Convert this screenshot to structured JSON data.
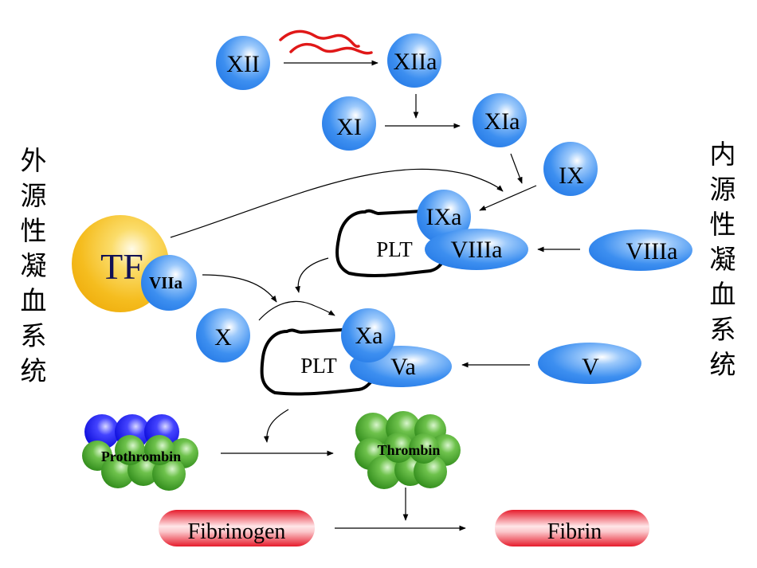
{
  "title": "Coagulation cascade",
  "side_labels": {
    "left": [
      "外",
      "源",
      "性",
      "凝",
      "血",
      "系",
      "统"
    ],
    "right": [
      "内",
      "源",
      "性",
      "凝",
      "血",
      "系",
      "统"
    ]
  },
  "factors": {
    "xii": "XII",
    "xiia": "XIIa",
    "xi": "XI",
    "xia": "XIa",
    "ix": "IX",
    "ixa": "IXa",
    "viiia_bound": "VIIIa",
    "viiia_free": "VIIIa",
    "tf": "TF",
    "viia": "VIIa",
    "x": "X",
    "xa": "Xa",
    "va": "Va",
    "v": "V",
    "plt_upper": "PLT",
    "plt_lower": "PLT"
  },
  "products": {
    "prothrombin": "Prothrombin",
    "thrombin": "Thrombin",
    "fibrinogen": "Fibrinogen",
    "fibrin": "Fibrin"
  },
  "colors": {
    "factor_blue": "#3d8ff0",
    "tf_yellow": "#f5bd1f",
    "prothrombin_blue": "#1a1aee",
    "thrombin_green": "#3a9a22",
    "fibrin_red": "#ef2a3a",
    "contact_red": "#e01818"
  }
}
